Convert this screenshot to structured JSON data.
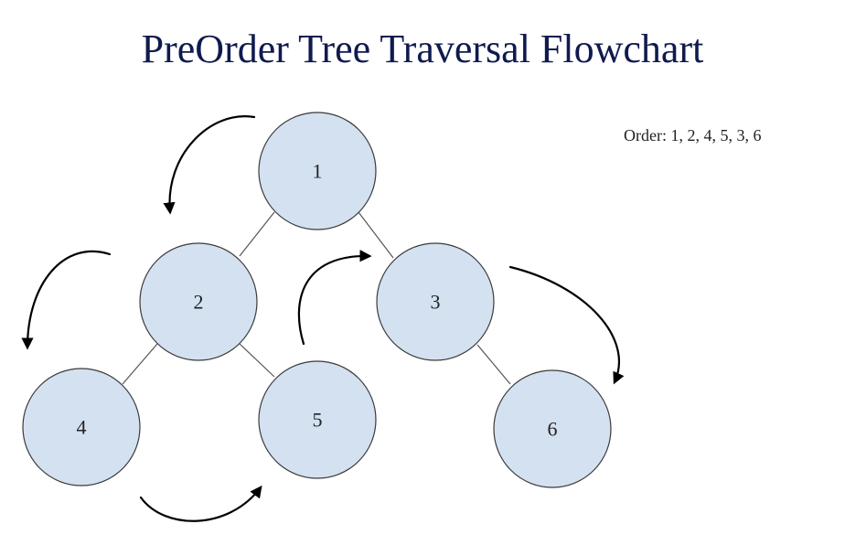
{
  "title": "PreOrder Tree Traversal Flowchart",
  "order_text": "Order: 1, 2, 4, 5, 3, 6",
  "nodes": [
    {
      "id": "1",
      "label": "1"
    },
    {
      "id": "2",
      "label": "2"
    },
    {
      "id": "3",
      "label": "3"
    },
    {
      "id": "4",
      "label": "4"
    },
    {
      "id": "5",
      "label": "5"
    },
    {
      "id": "6",
      "label": "6"
    }
  ],
  "edges": [
    {
      "from": "1",
      "to": "2"
    },
    {
      "from": "1",
      "to": "3"
    },
    {
      "from": "2",
      "to": "4"
    },
    {
      "from": "2",
      "to": "5"
    },
    {
      "from": "3",
      "to": "6"
    }
  ],
  "colors": {
    "title": "#0f1a4f",
    "node_fill": "#d4e1f1",
    "node_stroke": "#3a3a3a",
    "arrow": "#000000"
  }
}
